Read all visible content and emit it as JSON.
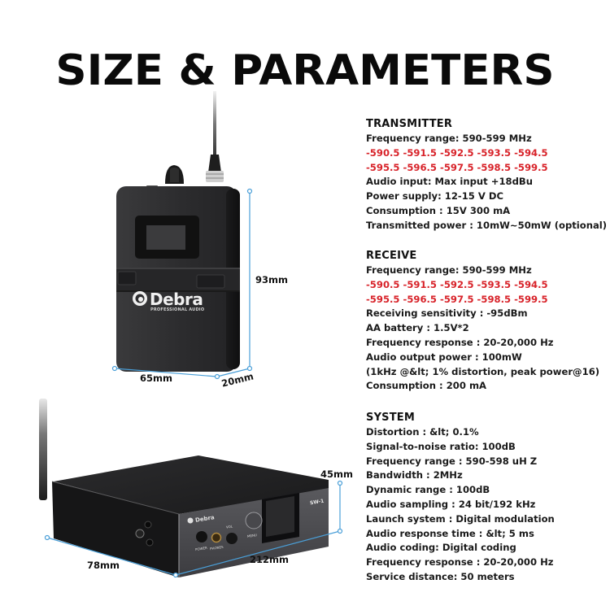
{
  "title": "SIZE & PARAMETERS",
  "colors": {
    "text": "#1a1a1a",
    "accent_red": "#d8232a",
    "dimension_line": "#4a9fd8",
    "device_body": "#2a2a2c"
  },
  "transmitter_unit": {
    "brand": "Debra",
    "brand_sub": "PROFESSIONAL AUDIO",
    "dimensions": {
      "height": "93mm",
      "width": "65mm",
      "depth": "20mm"
    }
  },
  "receiver_unit": {
    "brand": "Debra",
    "model": "SW-1",
    "panel_labels": {
      "power": "POWER",
      "phones": "PHONES",
      "vol": "VOL",
      "menu": "MENU"
    },
    "dimensions": {
      "height": "45mm",
      "depth": "78mm",
      "width": "212mm"
    }
  },
  "transmitter": {
    "heading": "TRANSMITTER",
    "lines": [
      "Frequency range:  590-599 MHz",
      "-590.5 -591.5 -592.5 -593.5 -594.5",
      "-595.5 -596.5 -597.5 -598.5 -599.5",
      "Audio input:  Max input +18dBu",
      "Power supply:  12-15 V DC",
      "Consumption :  15V 300 mA",
      "Transmitted power :  10mW~50mW (optional)"
    ]
  },
  "receive": {
    "heading": "RECEIVE",
    "lines": [
      "Frequency range:  590-599 MHz",
      "-590.5 -591.5 -592.5 -593.5 -594.5",
      "-595.5 -596.5 -597.5 -598.5 -599.5",
      "Receiving sensitivity :  -95dBm",
      "AA battery : 1.5V*2",
      "Frequency response :  20-20,000 Hz",
      "Audio output power :  100mW",
      "(1kHz @&lt; 1% distortion, peak power@16)",
      "Consumption :  200 mA"
    ]
  },
  "system": {
    "heading": "SYSTEM",
    "lines": [
      "Distortion :  &lt; 0.1%",
      "Signal-to-noise ratio:  100dB",
      "Frequency range :  590-598 uH Z",
      "Bandwidth :  2MHz",
      "Dynamic range :   100dB",
      "Audio sampling :   24 bit/192 kHz",
      "Launch system :  Digital modulation",
      "Audio response time :   &lt; 5 ms",
      "Audio coding:   Digital coding",
      "Frequency response :  20-20,000 Hz",
      "Service distance:  50 meters"
    ]
  }
}
